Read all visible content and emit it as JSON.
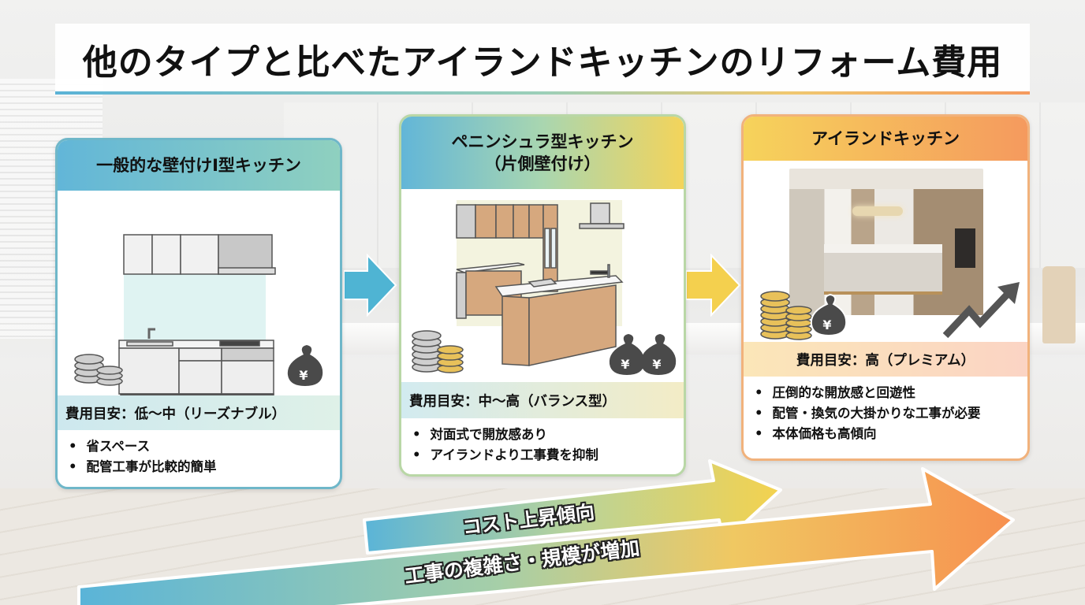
{
  "title": "他のタイプと比べたアイランドキッチンのリフォーム費用",
  "colors": {
    "blue": "#62b6d8",
    "teal": "#8fd0bf",
    "yellow": "#f3d45b",
    "orange": "#f59a5e",
    "coin_silver": "#c9c9c9",
    "coin_gold": "#e8c15a",
    "bag": "#4a4a4a"
  },
  "cards": [
    {
      "id": "i-type",
      "title_lines": [
        "一般的な壁付けI型キッチン"
      ],
      "illustration": "wall-mounted I-shaped kitchen",
      "icons": [
        "coin-stack-silver-icon",
        "money-bag-icon"
      ],
      "money_bags": 1,
      "cost_label": "費用目安：低〜中（リーズナブル）",
      "points": [
        "省スペース",
        "配管工事が比較的簡単"
      ]
    },
    {
      "id": "peninsula",
      "title_lines": [
        "ペニンシュラ型キッチン",
        "（片側壁付け）"
      ],
      "illustration": "peninsula kitchen",
      "icons": [
        "coin-stack-silver-gold-icon",
        "money-bag-icon",
        "money-bag-icon"
      ],
      "money_bags": 2,
      "cost_label": "費用目安：中〜高（バランス型）",
      "points": [
        "対面式で開放感あり",
        "アイランドより工事費を抑制"
      ]
    },
    {
      "id": "island",
      "title_lines": [
        "アイランドキッチン"
      ],
      "illustration": "luxury island kitchen photo",
      "icons": [
        "coin-stack-gold-icon",
        "money-bag-icon",
        "trend-up-arrow-icon"
      ],
      "money_bags": 1,
      "cost_label": "費用目安：高（プレミアム）",
      "points": [
        "圧倒的な開放感と回遊性",
        "配管・換気の大掛かりな工事が必要",
        "本体価格も高傾向"
      ]
    }
  ],
  "trend_arrows": [
    {
      "label": "コスト上昇傾向"
    },
    {
      "label": "工事の複雑さ・規模が増加"
    }
  ],
  "currency_symbol": "¥"
}
